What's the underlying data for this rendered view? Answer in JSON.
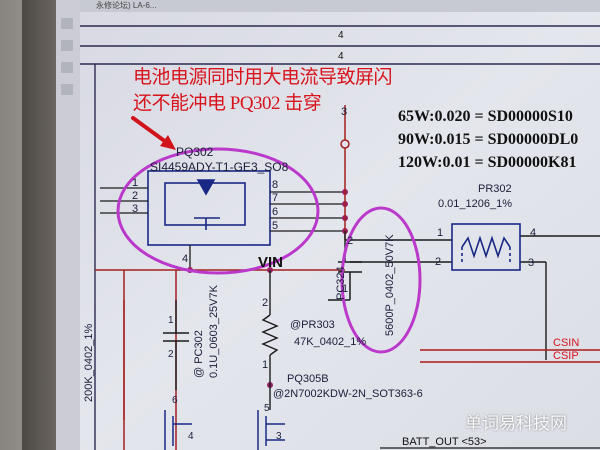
{
  "screen": {
    "tab_title": "永修论坛)  LA-6...",
    "ruler_marks": [
      "4",
      "4"
    ]
  },
  "annotation": {
    "line1": "电池电源同时用大电流导致屏闪",
    "line2": "还不能冲电  PQ302  击穿",
    "color": "#d8141c",
    "circle_color": "#c03bd2"
  },
  "rating_table": {
    "row1": "65W:0.020 = SD00000S10",
    "row2": "90W:0.015 = SD00000DL0",
    "row3": "120W:0.01 = SD00000K81"
  },
  "pq302": {
    "ref": "PQ302",
    "part": "SI4459ADY-T1-GE3_SO8",
    "pins_left": [
      "1",
      "2",
      "3"
    ],
    "pins_right": [
      "8",
      "7",
      "6",
      "5"
    ],
    "gate_pin": "4"
  },
  "net_labels": {
    "vin": "VIN",
    "pin3_top": "3",
    "csin": "CSIN",
    "csip": "CSIP",
    "batt_out": "BATT_OUT  <53>"
  },
  "pr302": {
    "ref": "PR302",
    "value": "0.01_1206_1%",
    "pins": [
      "1",
      "2",
      "4",
      "3"
    ]
  },
  "pc324": {
    "ref": "PC324",
    "value": "5600P_0402_50V7K",
    "pins": [
      "2",
      "1"
    ]
  },
  "pc302": {
    "ref": "@ PC302",
    "value": "0.1U_0603_25V7K",
    "pins": [
      "1",
      "2"
    ]
  },
  "pr303": {
    "ref": "@PR303",
    "value": "47K_0402_1%",
    "pins": [
      "2",
      "1"
    ]
  },
  "pq305b": {
    "ref": "PQ305B",
    "part": "@2N7002KDW-2N_SOT363-6",
    "pins": [
      "5",
      "6",
      "3",
      "4"
    ]
  },
  "left_resistor": {
    "value": "200K_0402_1%"
  },
  "watermark": "单词易科技网"
}
